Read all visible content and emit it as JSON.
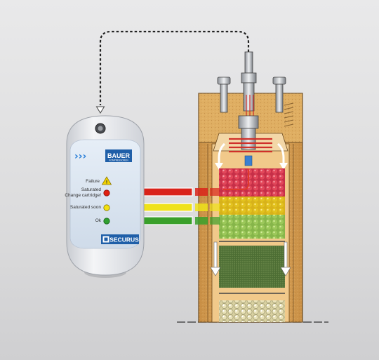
{
  "device": {
    "brand_name": "BAUER",
    "brand_sub": "KOMPRESSOREN",
    "product_name": "SECURUS",
    "chevrons": "›››"
  },
  "status_indicators": [
    {
      "label": "Failure",
      "indicator": "warning-triangle",
      "color": "#f0d000"
    },
    {
      "label_lines": [
        "Saturated",
        "Change cartridge!"
      ],
      "indicator": "led",
      "color": "#e02010"
    },
    {
      "label": "Saturated soon",
      "indicator": "led",
      "color": "#f2e010"
    },
    {
      "label": "Ok",
      "indicator": "led",
      "color": "#30a030"
    }
  ],
  "arrow_colors": {
    "red": "#d9231a",
    "yellow": "#efe21a",
    "green": "#3aa02a"
  },
  "cartridge_layers": [
    "saturated",
    "saturated-soon",
    "ok",
    "filter-media",
    "bottom-pellets"
  ],
  "colors": {
    "brand_blue": "#1f5fa8",
    "housing_tan": "#d9a55a",
    "device_body": "#e4e6ea"
  }
}
